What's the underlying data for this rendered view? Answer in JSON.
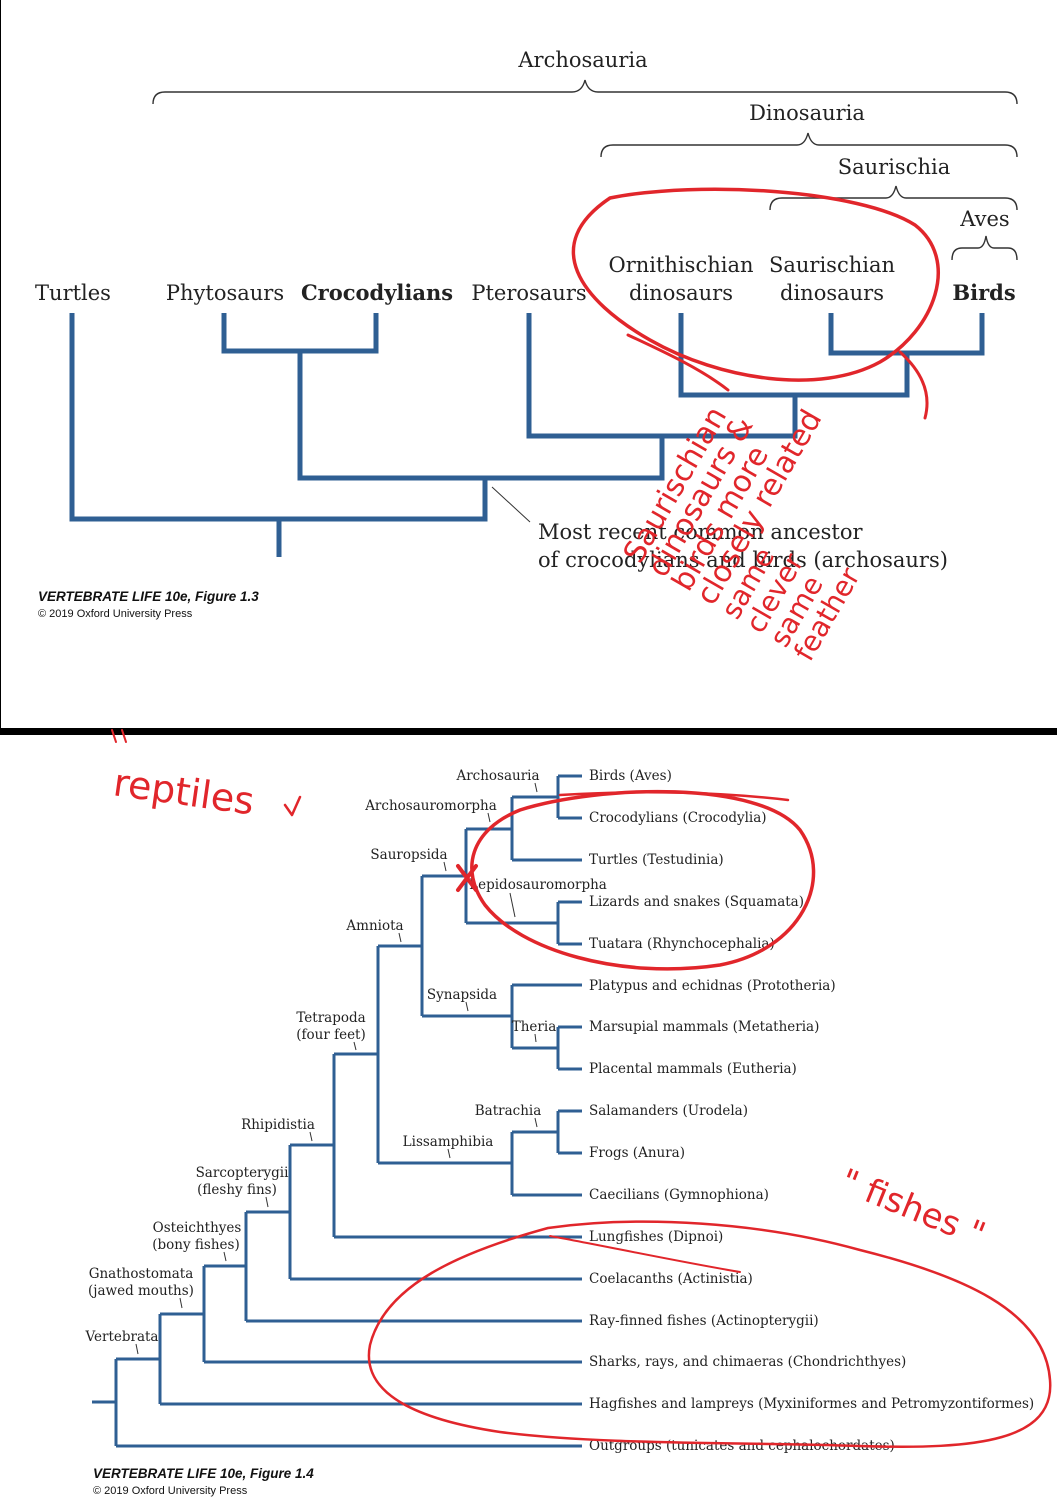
{
  "figure1": {
    "clades": {
      "archosauria": "Archosauria",
      "dinosauria": "Dinosauria",
      "saurischia": "Saurischia",
      "aves": "Aves"
    },
    "taxa": {
      "turtles": "Turtles",
      "phytosaurs": "Phytosaurs",
      "crocodylians": "Crocodylians",
      "pterosaurs": "Pterosaurs",
      "ornithischian_1": "Ornithischian",
      "ornithischian_2": "dinosaurs",
      "saurischian_1": "Saurischian",
      "saurischian_2": "dinosaurs",
      "birds": "Birds"
    },
    "mrca_line1": "Most recent common ancestor",
    "mrca_line2": "of crocodylians and birds (archosaurs)",
    "caption_title": "VERTEBRATE LIFE 10e, Figure 1.3",
    "caption_copy": "© 2019 Oxford University Press"
  },
  "figure2": {
    "nodes": {
      "archosauria": "Archosauria",
      "archosauromorpha": "Archosauromorpha",
      "sauropsida": "Sauropsida",
      "lepidosauromorpha": "Lepidosauromorpha",
      "amniota": "Amniota",
      "synapsida": "Synapsida",
      "theria": "Theria",
      "tetrapoda_1": "Tetrapoda",
      "tetrapoda_2": "(four feet)",
      "batrachia": "Batrachia",
      "lissamphibia": "Lissamphibia",
      "rhipidistia": "Rhipidistia",
      "sarcopterygii_1": "Sarcopterygii",
      "sarcopterygii_2": "(fleshy fins)",
      "osteichthyes_1": "Osteichthyes",
      "osteichthyes_2": "(bony fishes)",
      "gnathostomata_1": "Gnathostomata",
      "gnathostomata_2": "(jawed mouths)",
      "vertebrata": "Vertebrata"
    },
    "tips": [
      "Birds (Aves)",
      "Crocodylians (Crocodylia)",
      "Turtles (Testudinia)",
      "Lizards and snakes (Squamata)",
      "Tuatara (Rhynchocephalia)",
      "Platypus and echidnas (Prototheria)",
      "Marsupial mammals (Metatheria)",
      "Placental mammals (Eutheria)",
      "Salamanders (Urodela)",
      "Frogs (Anura)",
      "Caecilians (Gymnophiona)",
      "Lungfishes (Dipnoi)",
      "Coelacanths (Actinistia)",
      "Ray-finned fishes (Actinopterygii)",
      "Sharks, rays, and chimaeras (Chondrichthyes)",
      "Hagfishes and lampreys (Myxiniformes and Petromyzontiformes)",
      "Outgroups (tunicates and cephalochordates)"
    ],
    "caption_title": "VERTEBRATE LIFE 10e, Figure 1.4",
    "caption_copy": "© 2019 Oxford University Press"
  },
  "annotations": {
    "reptiles": "reptiles",
    "fishes": "\" fishes \"",
    "note_lines": [
      "Saurischian",
      "dinosaurs &",
      "birds more",
      "closely related",
      "same",
      "clever",
      "same",
      "feather"
    ]
  },
  "colors": {
    "branch": "#2f5f93",
    "ink": "#e1262b",
    "divider": "#000000"
  }
}
